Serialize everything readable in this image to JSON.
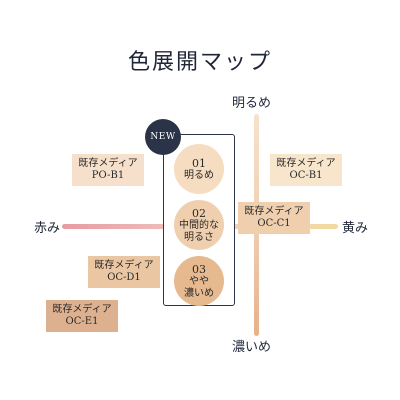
{
  "title": "色展開マップ",
  "axes": {
    "top": "明るめ",
    "bottom": "濃いめ",
    "left": "赤み",
    "right": "黄み"
  },
  "colors": {
    "navy": "#2a3347",
    "po_b1": "#f6e0cc",
    "oc_b1": "#f8e6cc",
    "oc_c1": "#efcfae",
    "oc_d1": "#ebc6a3",
    "oc_e1": "#ddb08f",
    "shade_01": "#f6dcc0",
    "shade_02": "#f0cfae",
    "shade_03": "#e6b98f"
  },
  "products": [
    {
      "id": "po_b1",
      "line1": "既存メディア",
      "line2": "PO-B1"
    },
    {
      "id": "oc_b1",
      "line1": "既存メディア",
      "line2": "OC-B1"
    },
    {
      "id": "oc_c1",
      "line1": "既存メディア",
      "line2": "OC-C1"
    },
    {
      "id": "oc_d1",
      "line1": "既存メディア",
      "line2": "OC-D1"
    },
    {
      "id": "oc_e1",
      "line1": "既存メディア",
      "line2": "OC-E1"
    }
  ],
  "new_badge": "NEW",
  "shades": [
    {
      "num": "01",
      "line1": "明るめ",
      "line2": ""
    },
    {
      "num": "02",
      "line1": "中間的な",
      "line2": "明るさ"
    },
    {
      "num": "03",
      "line1": "やや",
      "line2": "濃いめ"
    }
  ]
}
